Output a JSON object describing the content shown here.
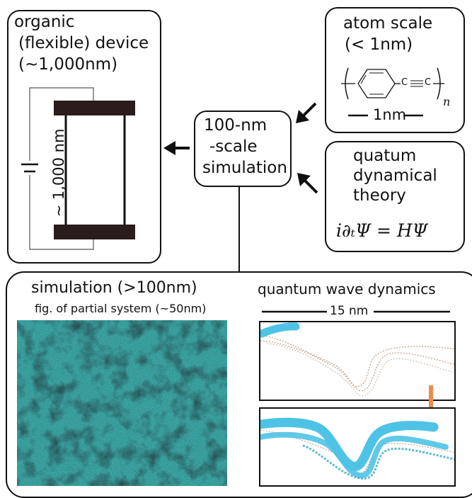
{
  "organic_box": {
    "line1": "organic",
    "line2": "(flexible) device",
    "line3": "(~1,000nm)",
    "vertical_label": "~ 1,000 nm"
  },
  "center_box": {
    "line1": "100-nm",
    "line2": "-scale",
    "line3": "simulation"
  },
  "atom_box": {
    "line1": "atom scale",
    "line2": "(< 1nm)",
    "c_left": "C",
    "c_right": "C",
    "subscript": "n",
    "scale": "1nm"
  },
  "quantum_box": {
    "line1": "quatum",
    "line2": "dynamical",
    "line3": "theory",
    "equation": "i∂ₜΨ = HΨ"
  },
  "bottom": {
    "left_title": "simulation (>100nm)",
    "left_subtitle": "fig. of partial system (~50nm)",
    "right_title": "quantum wave dynamics",
    "scale": "15 nm"
  },
  "colors": {
    "line": "#111111",
    "plate": "#2a1c1c",
    "teal": "#2a8f8c",
    "cyan": "#4ec3e6",
    "beige": "#c4a890",
    "orange": "#ee8a4a"
  }
}
